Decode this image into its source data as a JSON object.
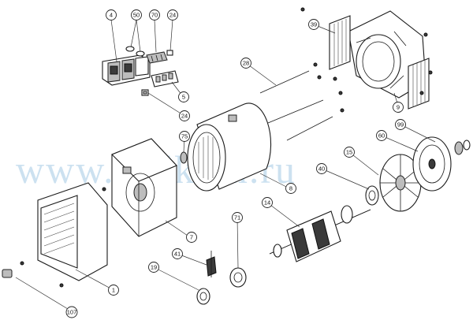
{
  "watermark": "www.cadkom.ru",
  "callouts": {
    "c4": "4",
    "c50": "50",
    "c70": "70",
    "c24a": "24",
    "c5": "5",
    "c24b": "24",
    "c28": "28",
    "c39": "39",
    "c9": "9",
    "c99": "99",
    "c60": "60",
    "c15": "15",
    "c40": "40",
    "c75": "75",
    "c8": "8",
    "c14": "14",
    "c7": "7",
    "c71": "71",
    "c41": "41",
    "c19": "19",
    "c1": "1",
    "c107": "107"
  }
}
